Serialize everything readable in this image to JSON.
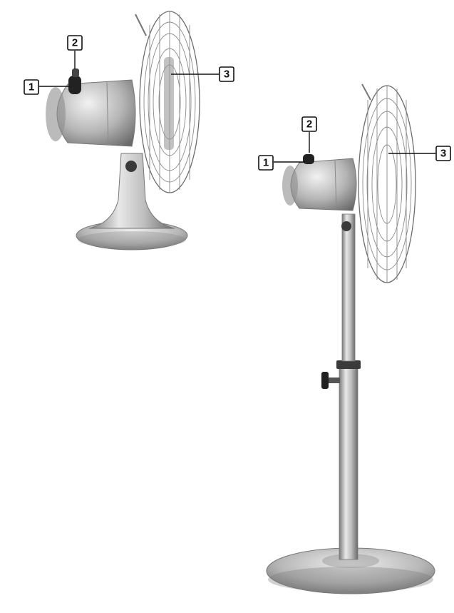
{
  "callouts": {
    "desk_fan": {
      "label_1": "1",
      "label_2": "2",
      "label_3": "3"
    },
    "stand_fan": {
      "label_1": "1",
      "label_2": "2",
      "label_3": "3"
    }
  },
  "colors": {
    "metal_light": "#e6e6e6",
    "metal_mid": "#b4b4b4",
    "metal_dark": "#6e6e6e",
    "knob": "#2a2a2a",
    "outline": "#111111"
  }
}
